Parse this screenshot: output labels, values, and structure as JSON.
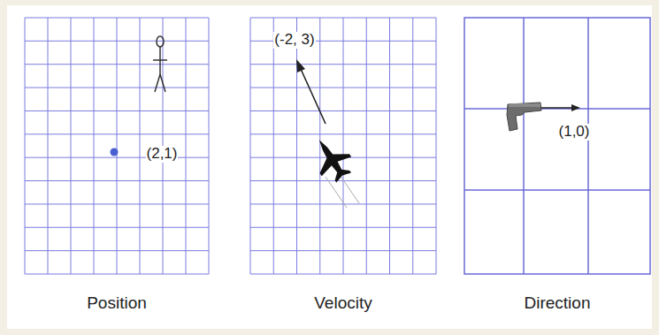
{
  "diagram": {
    "labels": [
      "(2,1)",
      "Position",
      "(-2, 3)",
      "Velocity",
      "(1,0)",
      "Direction"
    ]
  }
}
